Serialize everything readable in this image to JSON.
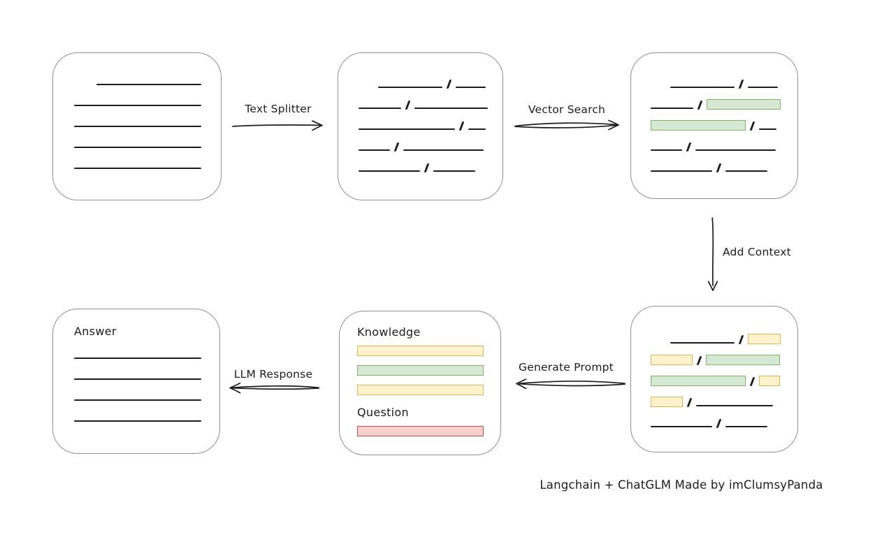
{
  "caption": "Langchain + ChatGLM Made by imClumsyPanda",
  "colors": {
    "ink": "#1c1c1c",
    "box_border": "#8f8f8f",
    "green_fill": "#d5e8d4",
    "green_stroke": "#82b366",
    "yellow_fill": "#fff2cc",
    "yellow_stroke": "#d6b656",
    "red_fill": "#f8cecc",
    "red_stroke": "#b85450"
  },
  "arrows": {
    "text_splitter": {
      "label": "Text Splitter",
      "direction": "right"
    },
    "vector_search": {
      "label": "Vector Search",
      "direction": "right"
    },
    "add_context": {
      "label": "Add Context",
      "direction": "down"
    },
    "generate_prompt": {
      "label": "Generate Prompt",
      "direction": "left"
    },
    "llm_response": {
      "label": "LLM Response",
      "direction": "left"
    }
  },
  "boxes": [
    {
      "id": "source-document",
      "rows": [
        {
          "indent": 32,
          "segs": [
            [
              "line",
              150
            ]
          ]
        },
        {
          "segs": [
            [
              "line",
              182
            ]
          ]
        },
        {
          "segs": [
            [
              "line",
              182
            ]
          ]
        },
        {
          "segs": [
            [
              "line",
              182
            ]
          ]
        },
        {
          "segs": [
            [
              "line",
              182
            ]
          ]
        }
      ]
    },
    {
      "id": "split-chunks",
      "rows": [
        {
          "indent": 28,
          "segs": [
            [
              "line",
              92
            ],
            [
              "slash"
            ],
            [
              "line",
              43
            ]
          ]
        },
        {
          "segs": [
            [
              "line",
              61
            ],
            [
              "slash"
            ],
            [
              "line",
              105
            ]
          ]
        },
        {
          "segs": [
            [
              "line",
              138
            ],
            [
              "slash"
            ],
            [
              "line",
              25
            ]
          ]
        },
        {
          "segs": [
            [
              "line",
              45
            ],
            [
              "slash"
            ],
            [
              "line",
              115
            ]
          ]
        },
        {
          "segs": [
            [
              "line",
              88
            ],
            [
              "slash"
            ],
            [
              "line",
              60
            ]
          ]
        }
      ]
    },
    {
      "id": "vector-matches",
      "rows": [
        {
          "indent": 28,
          "segs": [
            [
              "line",
              92
            ],
            [
              "slash"
            ],
            [
              "line",
              43
            ]
          ]
        },
        {
          "segs": [
            [
              "line",
              61
            ],
            [
              "slash"
            ],
            [
              "green",
              104
            ]
          ]
        },
        {
          "segs": [
            [
              "green",
              134
            ],
            [
              "slash"
            ],
            [
              "line",
              25
            ]
          ]
        },
        {
          "segs": [
            [
              "line",
              45
            ],
            [
              "slash"
            ],
            [
              "line",
              115
            ]
          ]
        },
        {
          "segs": [
            [
              "line",
              88
            ],
            [
              "slash"
            ],
            [
              "line",
              60
            ]
          ]
        }
      ]
    },
    {
      "id": "context-chunks",
      "rows": [
        {
          "indent": 28,
          "segs": [
            [
              "line",
              92
            ],
            [
              "slash"
            ],
            [
              "yellow",
              45
            ]
          ]
        },
        {
          "segs": [
            [
              "yellow",
              58
            ],
            [
              "slash"
            ],
            [
              "green",
              104
            ]
          ]
        },
        {
          "segs": [
            [
              "green",
              134
            ],
            [
              "slash"
            ],
            [
              "yellow",
              28
            ]
          ]
        },
        {
          "segs": [
            [
              "yellow",
              44
            ],
            [
              "slash"
            ],
            [
              "line",
              110
            ]
          ]
        },
        {
          "segs": [
            [
              "line",
              88
            ],
            [
              "slash"
            ],
            [
              "line",
              60
            ]
          ]
        }
      ]
    },
    {
      "id": "prompt",
      "sections": [
        {
          "label": "Knowledge",
          "bars": [
            "yellow",
            "green",
            "yellow"
          ]
        },
        {
          "label": "Question",
          "bars": [
            "red"
          ]
        }
      ]
    },
    {
      "id": "answer",
      "label": "Answer",
      "line_count": 4
    }
  ]
}
